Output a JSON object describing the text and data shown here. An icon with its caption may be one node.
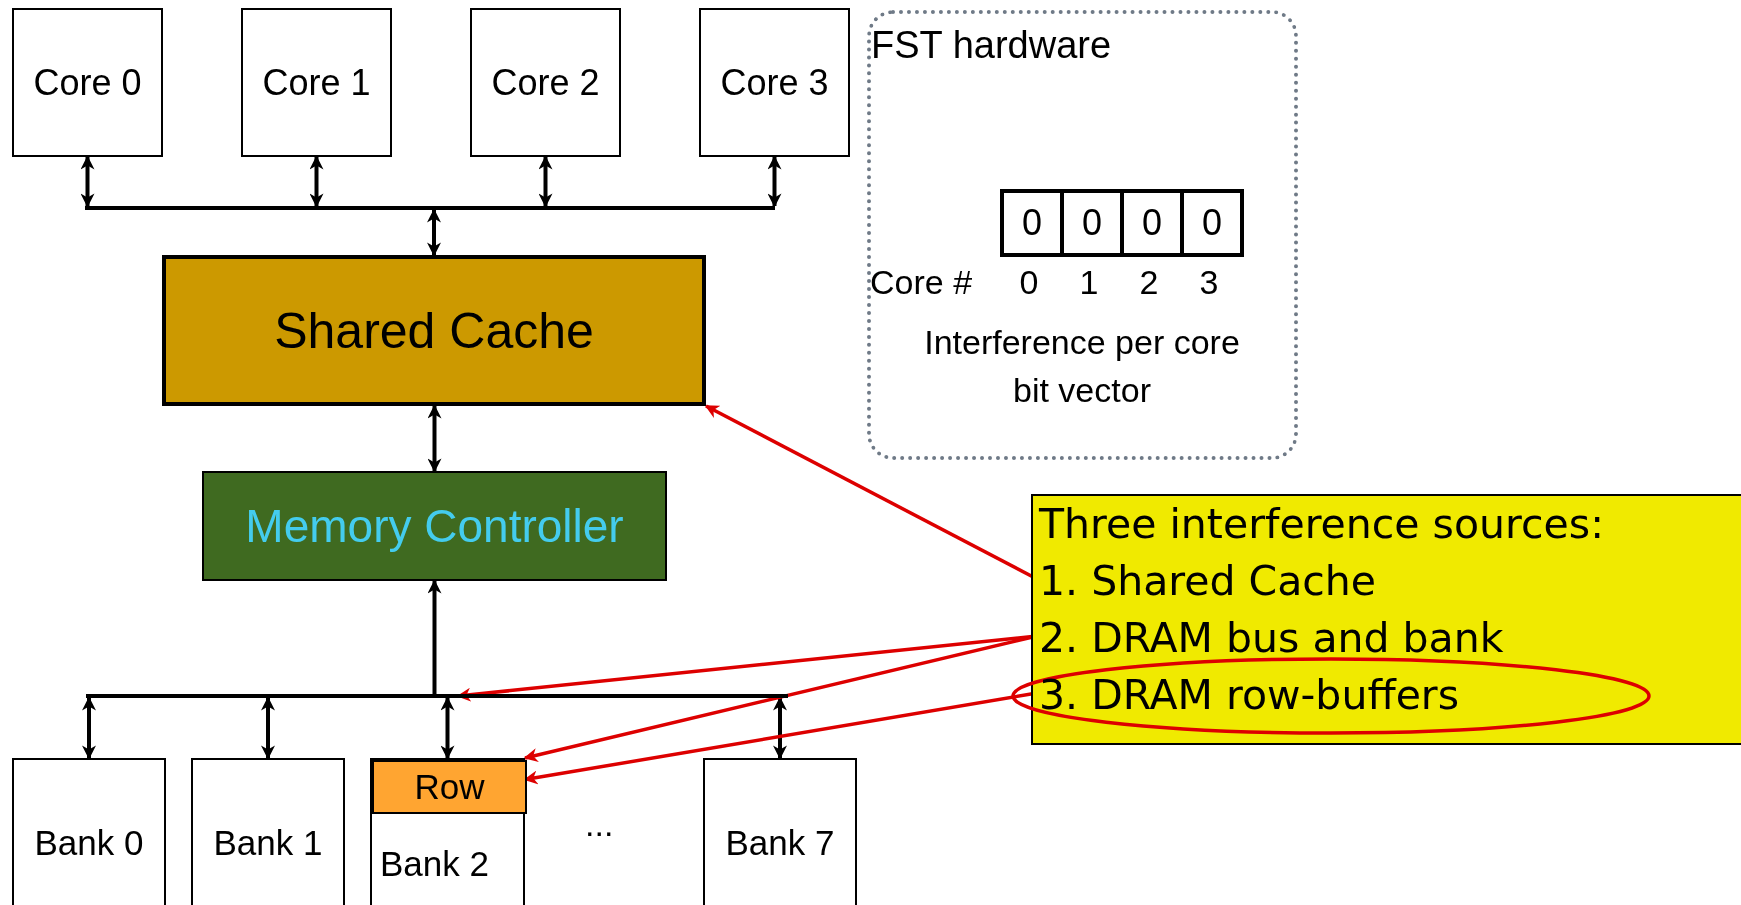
{
  "diagram": {
    "nodes": [
      {
        "text": [
          "Core 0"
        ]
      },
      {
        "text": [
          "Core 1"
        ]
      },
      {
        "text": [
          "Core 2"
        ]
      },
      {
        "text": [
          "Core 3"
        ]
      },
      {
        "text": [],
        "shape": "bar"
      },
      {
        "text": [
          "Shared Cache"
        ]
      },
      {
        "text": [
          "FST hardware"
        ]
      },
      {
        "text": [
          "0"
        ],
        "in": 6
      },
      {
        "text": [
          "0"
        ],
        "in": 6
      },
      {
        "text": [
          "0"
        ],
        "in": 6
      },
      {
        "text": [
          "0"
        ],
        "in": 6
      },
      {
        "text": [
          "Memory Controller"
        ]
      },
      {
        "text": [
          "Three interference sources:"
        ]
      },
      {
        "text": [
          "1. Shared Cache"
        ],
        "in": 12
      },
      {
        "text": [
          "2. DRAM bus and bank"
        ],
        "in": 12
      },
      {
        "text": [
          "3. DRAM row-buffers"
        ],
        "in": 12
      },
      {
        "text": [],
        "shape": "bar"
      },
      {
        "text": [
          "Bank 0"
        ]
      },
      {
        "text": [
          "Bank 1"
        ]
      },
      {
        "text": [
          "Bank 2"
        ]
      },
      {
        "text": [
          "Row"
        ],
        "in": 19
      },
      {
        "text": [
          "Bank 7"
        ]
      }
    ],
    "edges": [
      {
        "from": 0,
        "to": 4,
        "arrow": "both"
      },
      {
        "from": 1,
        "to": 4,
        "arrow": "both"
      },
      {
        "from": 2,
        "to": 4,
        "arrow": "both"
      },
      {
        "from": 3,
        "to": 4,
        "arrow": "both"
      },
      {
        "from": 4,
        "to": 5,
        "arrow": "both"
      },
      {
        "from": 5,
        "to": 11,
        "arrow": "both"
      },
      {
        "from": 16,
        "to": 11,
        "arrow": "to"
      },
      {
        "from": 16,
        "to": 17,
        "arrow": "both"
      },
      {
        "from": 16,
        "to": 18,
        "arrow": "both"
      },
      {
        "from": 16,
        "to": 19,
        "arrow": "both"
      },
      {
        "from": 16,
        "to": 21,
        "arrow": "both"
      },
      {
        "from": 13,
        "to": 5,
        "arrow": "to",
        "color": "#dd0000"
      },
      {
        "from": 14,
        "to": 16,
        "arrow": "to",
        "color": "#dd0000"
      },
      {
        "from": 14,
        "to": 19,
        "arrow": "to",
        "color": "#dd0000"
      },
      {
        "from": 15,
        "to": 20,
        "arrow": "to",
        "color": "#dd0000"
      }
    ],
    "labels": [
      "Core #",
      "0",
      "1",
      "2",
      "3",
      "Interference per core bit vector",
      "..."
    ]
  }
}
